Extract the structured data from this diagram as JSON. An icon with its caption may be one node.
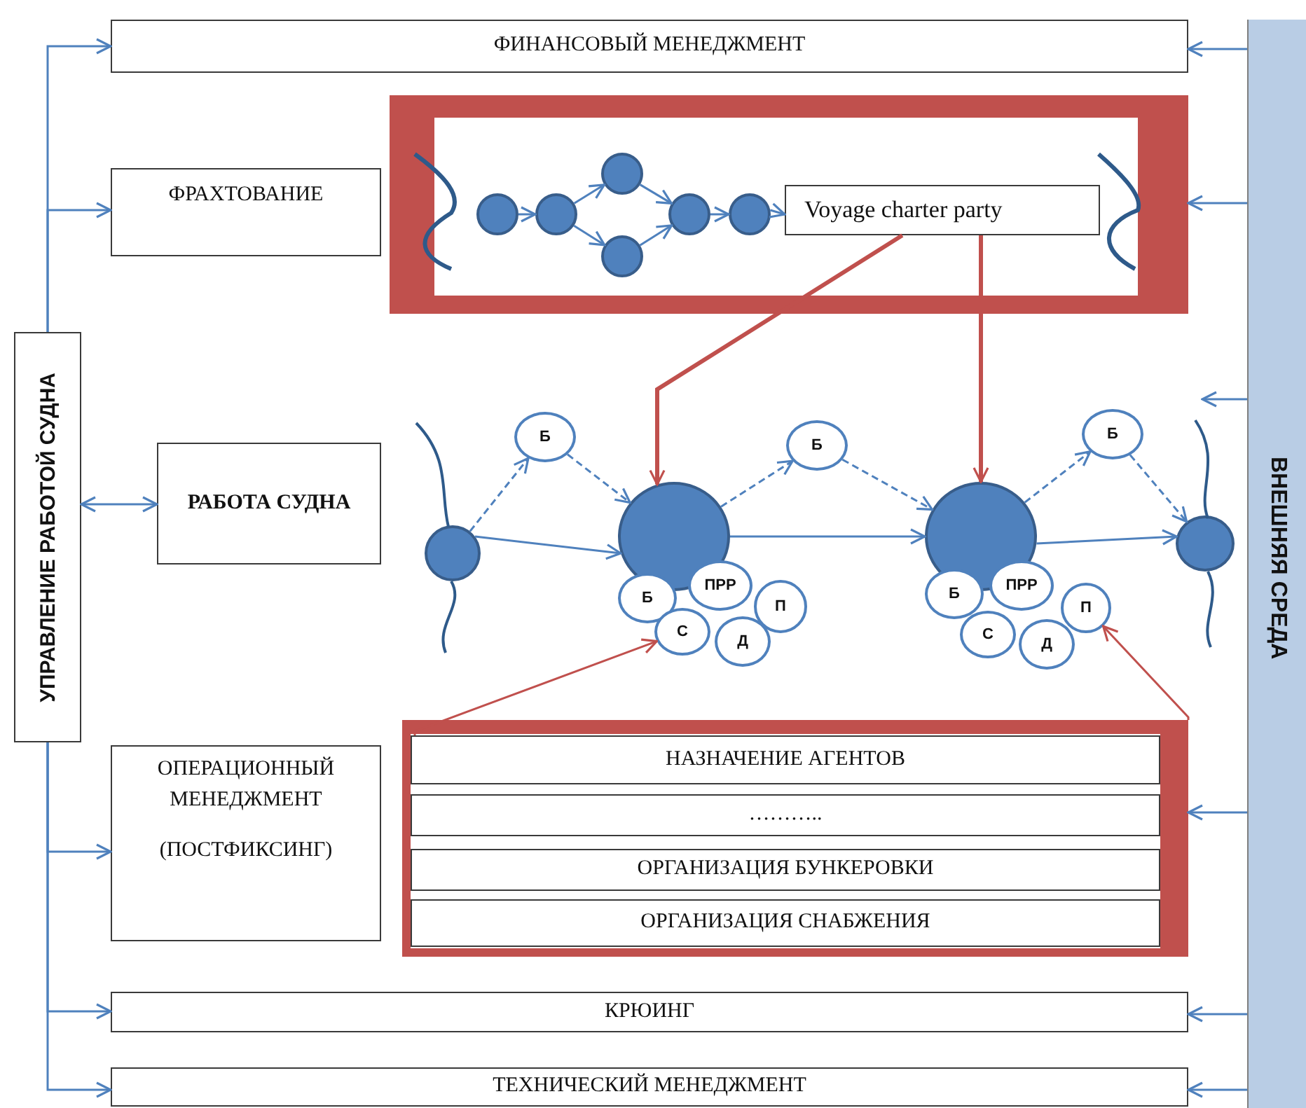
{
  "diagram": {
    "nodes": [
      {
        "text": [
          "УПРАВЛЕНИЕ РАБОТОЙ СУДНА"
        ]
      },
      {
        "text": [
          "ФИНАНСОВЫЙ МЕНЕДЖМЕНТ"
        ]
      },
      {
        "text": [
          "ФРАХТОВАНИЕ"
        ]
      },
      {
        "text": [],
        "shape": "box"
      },
      {
        "text": [],
        "shape": "circle",
        "in": 3
      },
      {
        "text": [],
        "shape": "circle",
        "in": 3
      },
      {
        "text": [],
        "shape": "circle",
        "in": 3
      },
      {
        "text": [],
        "shape": "circle",
        "in": 3
      },
      {
        "text": [],
        "shape": "circle",
        "in": 3
      },
      {
        "text": [],
        "shape": "circle",
        "in": 3
      },
      {
        "text": [
          "Voyage charter party"
        ],
        "in": 3
      },
      {
        "text": [
          "РАБОТА СУДНА"
        ]
      },
      {
        "text": [],
        "shape": "circle"
      },
      {
        "text": [
          "Б"
        ]
      },
      {
        "text": [],
        "shape": "circle"
      },
      {
        "text": [
          "Б"
        ]
      },
      {
        "text": [],
        "shape": "circle"
      },
      {
        "text": [
          "Б"
        ]
      },
      {
        "text": [],
        "shape": "circle"
      },
      {
        "text": [
          "Б"
        ]
      },
      {
        "text": [
          "ПРР"
        ]
      },
      {
        "text": [
          "П"
        ]
      },
      {
        "text": [
          "С"
        ]
      },
      {
        "text": [
          "Д"
        ]
      },
      {
        "text": [
          "Б"
        ]
      },
      {
        "text": [
          "ПРР"
        ]
      },
      {
        "text": [
          "П"
        ]
      },
      {
        "text": [
          "С"
        ]
      },
      {
        "text": [
          "Д"
        ]
      },
      {
        "text": [
          "ОПЕРАЦИОННЫЙ МЕНЕДЖМЕНТ",
          "(ПОСТФИКСИНГ)"
        ]
      },
      {
        "text": [],
        "shape": "box"
      },
      {
        "text": [
          "НАЗНАЧЕНИЕ АГЕНТОВ"
        ],
        "in": 30
      },
      {
        "text": [
          "……….."
        ],
        "in": 30
      },
      {
        "text": [
          "ОРГАНИЗАЦИЯ БУНКЕРОВКИ"
        ],
        "in": 30
      },
      {
        "text": [
          "ОРГАНИЗАЦИЯ СНАБЖЕНИЯ"
        ],
        "in": 30
      },
      {
        "text": [
          "КРЮИНГ"
        ]
      },
      {
        "text": [
          "ТЕХНИЧЕСКИЙ МЕНЕДЖМЕНТ"
        ]
      },
      {
        "text": [
          "ВНЕШНЯЯ СРЕДА"
        ]
      }
    ],
    "edges": [
      {
        "from": 0,
        "to": 1,
        "arrow": "to"
      },
      {
        "from": 0,
        "to": 2,
        "arrow": "to"
      },
      {
        "from": 0,
        "to": 11,
        "arrow": "both"
      },
      {
        "from": 0,
        "to": 29,
        "arrow": "to"
      },
      {
        "from": 0,
        "to": 35,
        "arrow": "to"
      },
      {
        "from": 0,
        "to": 36,
        "arrow": "to"
      },
      {
        "from": 37,
        "to": 1,
        "arrow": "to"
      },
      {
        "from": 37,
        "to": 3,
        "arrow": "to"
      },
      {
        "from": 37,
        "to": null,
        "arrow": "to"
      },
      {
        "from": 37,
        "to": 30,
        "arrow": "to"
      },
      {
        "from": 37,
        "to": 35,
        "arrow": "to"
      },
      {
        "from": 37,
        "to": 36,
        "arrow": "to"
      },
      {
        "from": 4,
        "to": 5,
        "arrow": "to"
      },
      {
        "from": 5,
        "to": 6,
        "arrow": "to"
      },
      {
        "from": 5,
        "to": 7,
        "arrow": "to"
      },
      {
        "from": 6,
        "to": 8,
        "arrow": "to"
      },
      {
        "from": 7,
        "to": 8,
        "arrow": "to"
      },
      {
        "from": 8,
        "to": 9,
        "arrow": "to"
      },
      {
        "from": 9,
        "to": 10,
        "arrow": "to"
      },
      {
        "from": 10,
        "to": 14,
        "arrow": "to",
        "style": "thick",
        "color": "#c0504d"
      },
      {
        "from": 10,
        "to": 16,
        "arrow": "to",
        "style": "thick",
        "color": "#c0504d"
      },
      {
        "from": 12,
        "to": 14,
        "arrow": "to"
      },
      {
        "from": 14,
        "to": 16,
        "arrow": "to"
      },
      {
        "from": 16,
        "to": 18,
        "arrow": "to"
      },
      {
        "from": 12,
        "to": 13,
        "arrow": "to",
        "style": "dashed"
      },
      {
        "from": 13,
        "to": 14,
        "arrow": "to",
        "style": "dashed"
      },
      {
        "from": 14,
        "to": 15,
        "arrow": "to",
        "style": "dashed"
      },
      {
        "from": 15,
        "to": 16,
        "arrow": "to",
        "style": "dashed"
      },
      {
        "from": 16,
        "to": 17,
        "arrow": "to",
        "style": "dashed"
      },
      {
        "from": 17,
        "to": 18,
        "arrow": "to",
        "style": "dashed"
      },
      {
        "from": 31,
        "to": 22,
        "arrow": "to",
        "color": "#c0504d"
      },
      {
        "from": 30,
        "to": 26,
        "arrow": "to",
        "color": "#c0504d"
      }
    ]
  }
}
